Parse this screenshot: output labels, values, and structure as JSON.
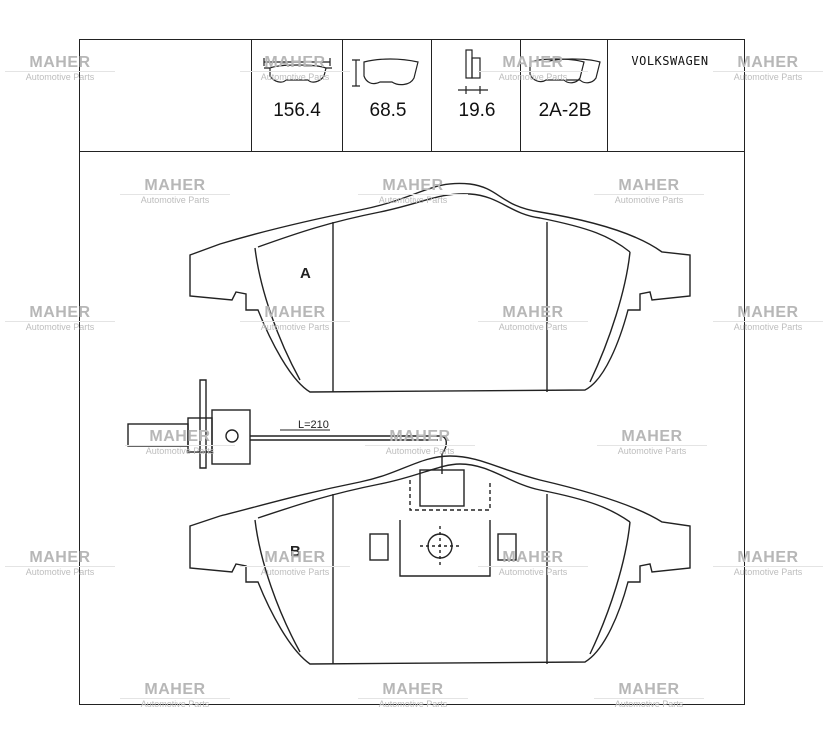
{
  "header": {
    "dimensions": {
      "length": "156.4",
      "width": "68.5",
      "thickness": "19.6"
    },
    "variant": "2A-2B",
    "brand": "VOLKSWAGEN"
  },
  "drawing": {
    "pad_a_label": "A",
    "pad_b_label": "B",
    "wire_label": "L=210"
  },
  "watermark": {
    "name": "MAHER",
    "sub": "Automotive Parts"
  },
  "colors": {
    "line": "#222222",
    "watermark": "#b7b7b7"
  }
}
